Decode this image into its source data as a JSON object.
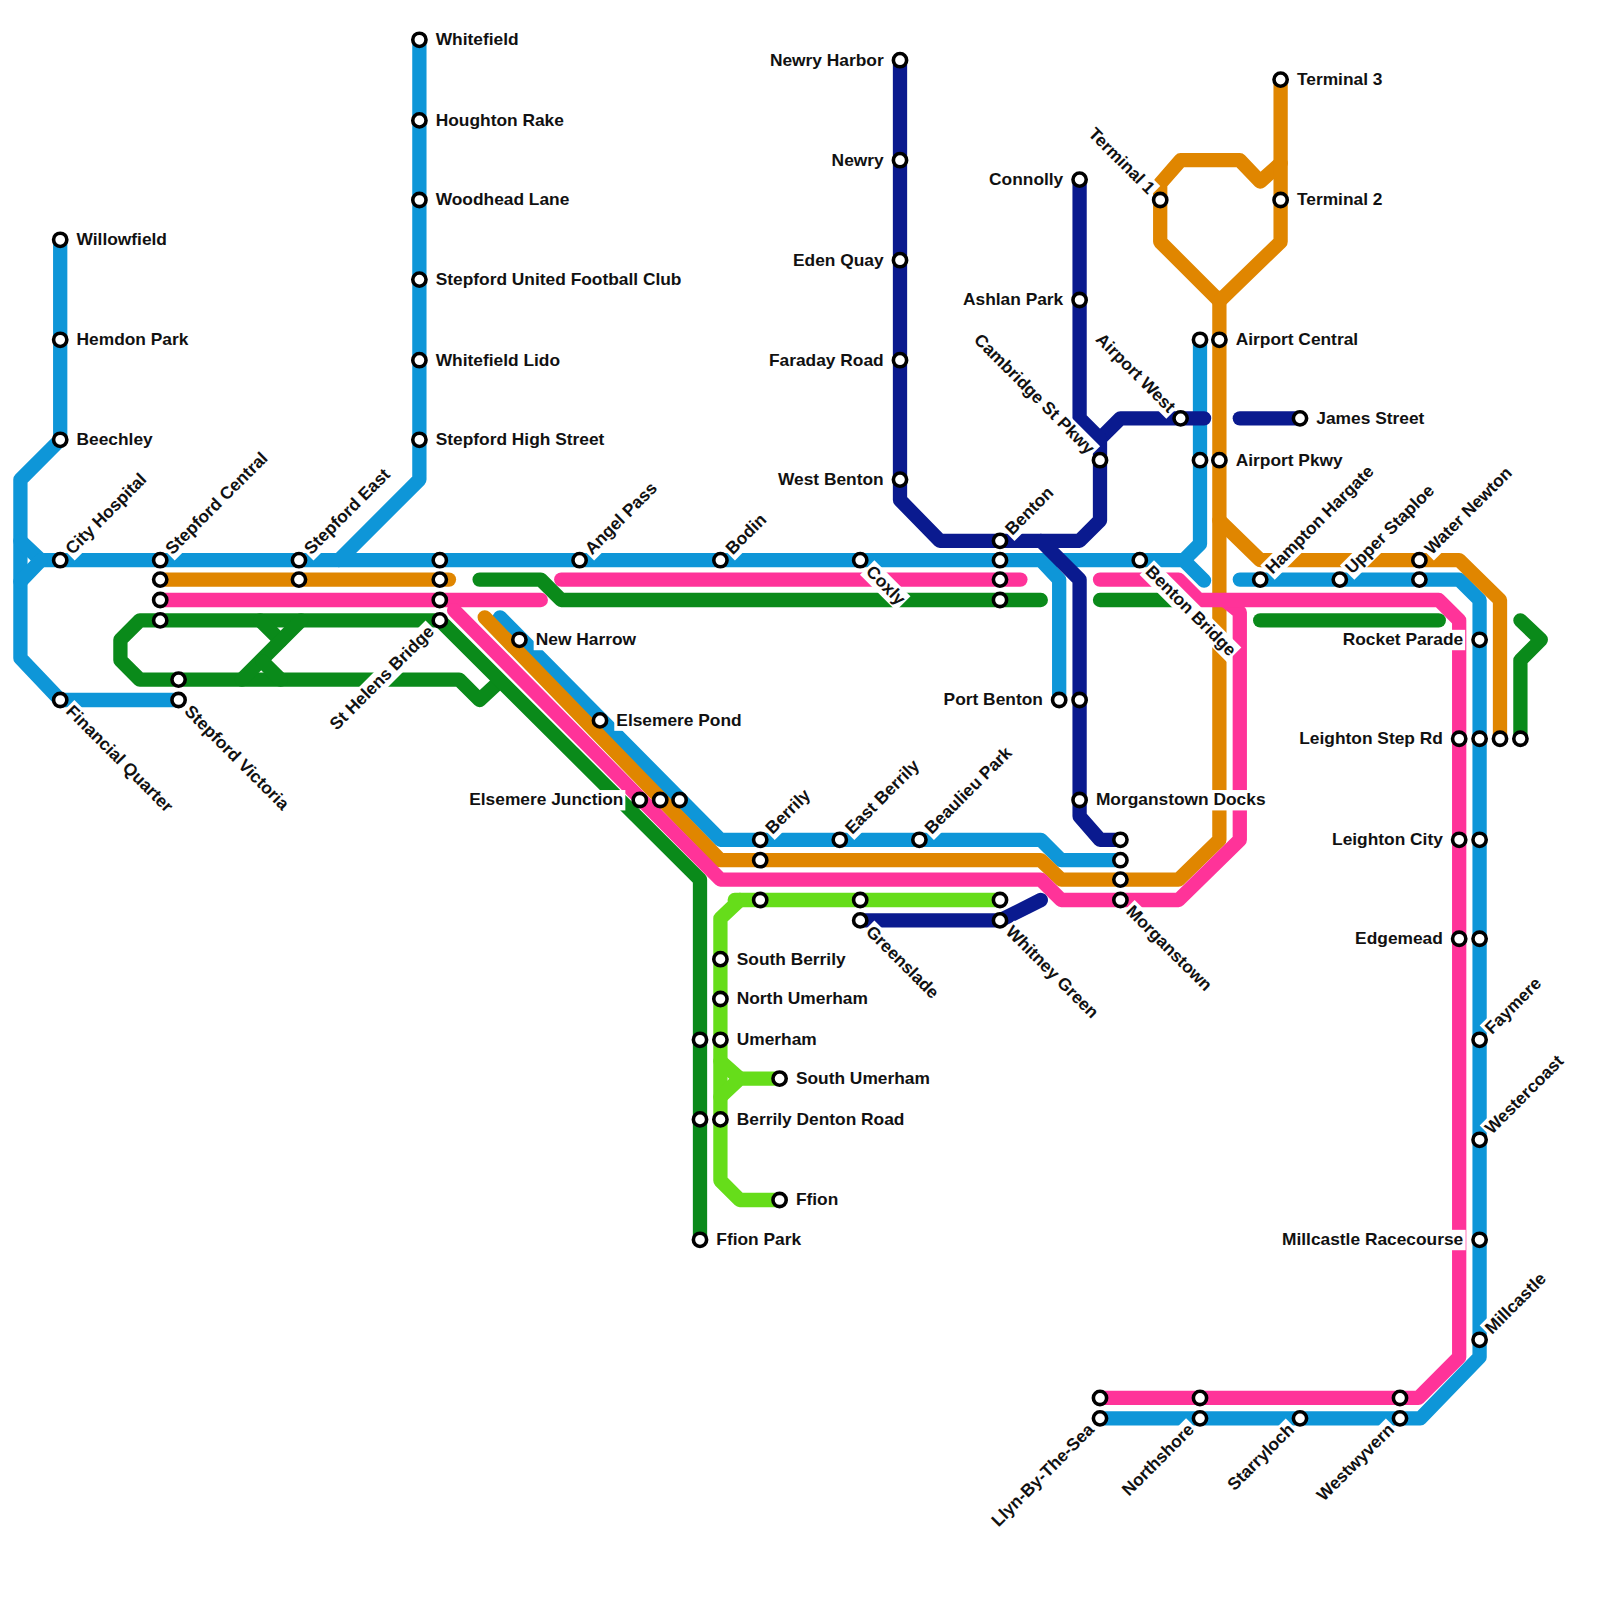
{
  "diagram": {
    "labels": [
      "Whitefield",
      "Houghton Rake",
      "Woodhead Lane",
      "Stepford United Football Club",
      "Whitefield Lido",
      "Stepford High Street",
      "Willowfield",
      "Hemdon Park",
      "Beechley",
      "City Hospital",
      "Stepford Central",
      "Stepford East",
      "Angel Pass",
      "Bodin",
      "Coxly",
      "Benton",
      "Financial Quarter",
      "Stepford Victoria",
      "St Helens Bridge",
      "New Harrow",
      "Elsemere Pond",
      "Elsemere Junction",
      "Berrily",
      "East Berrily",
      "Beaulieu Park",
      "Greenslade",
      "Whitney Green",
      "Morganstown",
      "South Berrily",
      "North Umerham",
      "Umerham",
      "South Umerham",
      "Berrily Denton Road",
      "Ffion",
      "Ffion Park",
      "Newry Harbor",
      "Newry",
      "Eden Quay",
      "Faraday Road",
      "West Benton",
      "Connolly",
      "Ashlan Park",
      "Cambridge St Pkwy",
      "Airport West",
      "Terminal 1",
      "Terminal 3",
      "Terminal 2",
      "Airport Central",
      "James Street",
      "Airport Pkwy",
      "Benton Bridge",
      "Hampton Hargate",
      "Upper Staploe",
      "Water Newton",
      "Port Benton",
      "Morganstown Docks",
      "Rocket Parade",
      "Leighton Step Rd",
      "Leighton City",
      "Edgemead",
      "Faymere",
      "Westercoast",
      "Millcastle Racecourse",
      "Millcastle",
      "Llyn-By-The-Sea",
      "Northshore",
      "Starryloch",
      "Westwyvern"
    ]
  }
}
